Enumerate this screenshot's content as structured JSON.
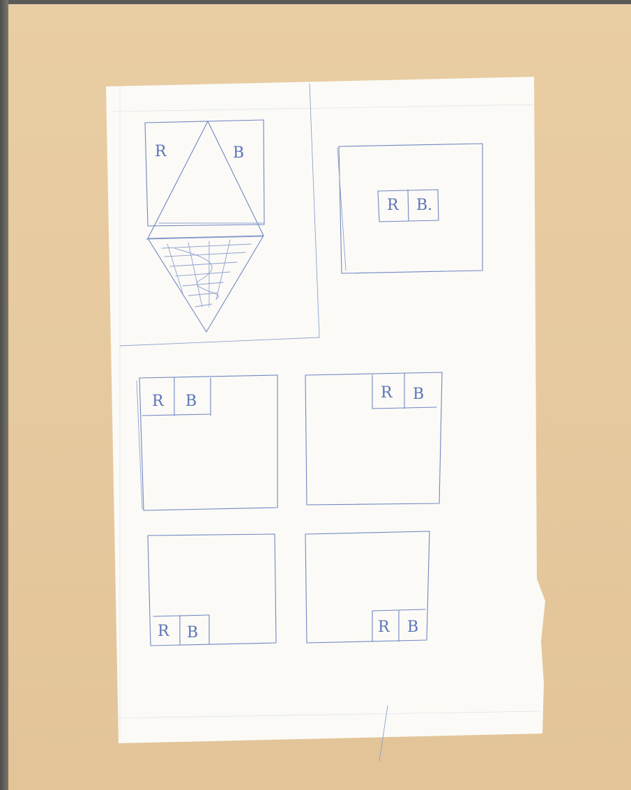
{
  "sketches": [
    {
      "id": "diamond-layout",
      "letters": [
        "R",
        "B"
      ]
    },
    {
      "id": "center-block",
      "letters": [
        "R",
        "B."
      ]
    },
    {
      "id": "top-left-block",
      "letters": [
        "R",
        "B"
      ]
    },
    {
      "id": "top-right-block",
      "letters": [
        "R",
        "B"
      ]
    },
    {
      "id": "bottom-left-block",
      "letters": [
        "R",
        "B"
      ]
    },
    {
      "id": "bottom-right-block",
      "letters": [
        "R",
        "B"
      ]
    }
  ],
  "colors": {
    "board": "#e8cca2",
    "paper": "#fbfaf6",
    "pencil": "#6f86c2"
  }
}
